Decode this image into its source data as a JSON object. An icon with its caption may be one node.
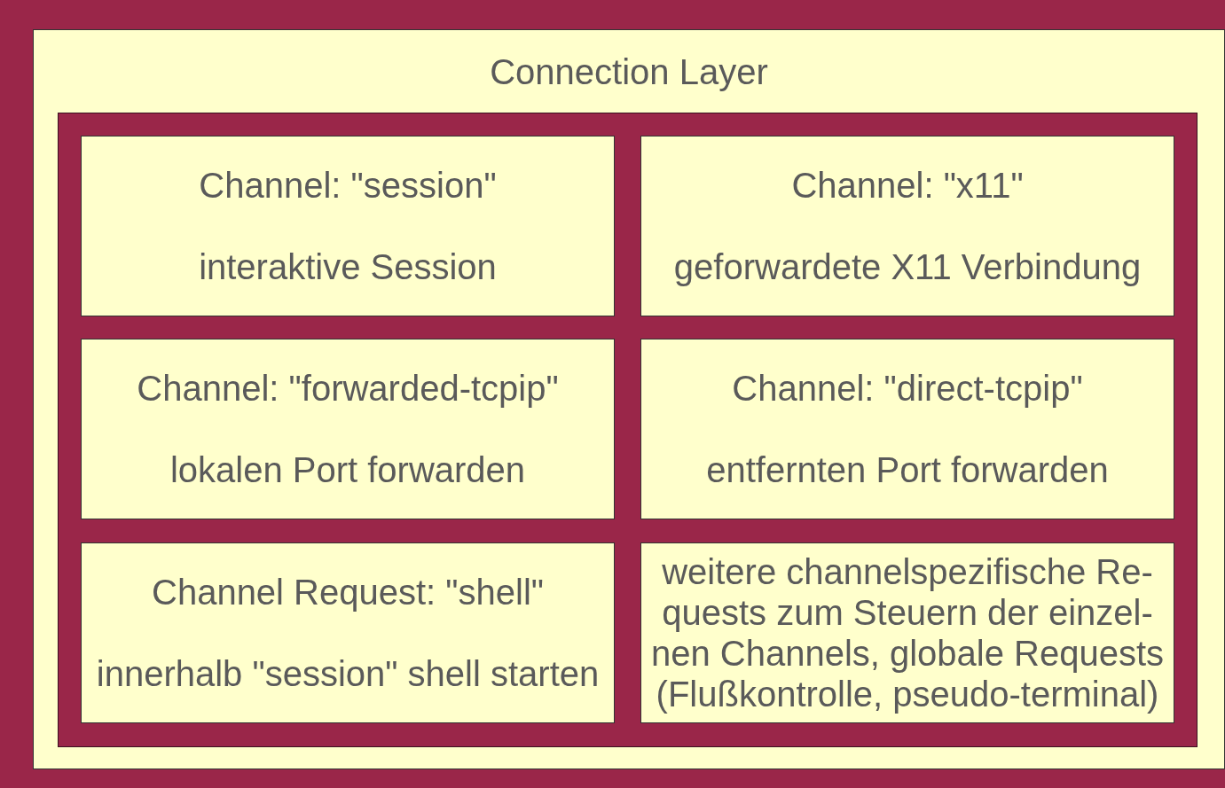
{
  "diagram": {
    "nodes": [
      {
        "text": [
          "Connection Layer"
        ]
      },
      {
        "text": [],
        "shape": "box",
        "in": 0
      },
      {
        "text": [
          "Channel: \"session\"",
          "interaktive Session"
        ],
        "in": 1
      },
      {
        "text": [
          "Channel: \"x11\"",
          "geforwardete X11 Verbindung"
        ],
        "in": 1
      },
      {
        "text": [
          "Channel: \"forwarded-tcpip\"",
          "lokalen Port forwarden"
        ],
        "in": 1
      },
      {
        "text": [
          "Channel: \"direct-tcpip\"",
          "entfernten Port forwarden"
        ],
        "in": 1
      },
      {
        "text": [
          "Channel Request: \"shell\"",
          "innerhalb \"session\" shell starten"
        ],
        "in": 1
      },
      {
        "text": [
          "weitere channelspezifische Re- quests zum Steuern der einzel- nen Channels, globale Requests (Flußkontrolle, pseudo-terminal)"
        ],
        "in": 1
      }
    ]
  }
}
